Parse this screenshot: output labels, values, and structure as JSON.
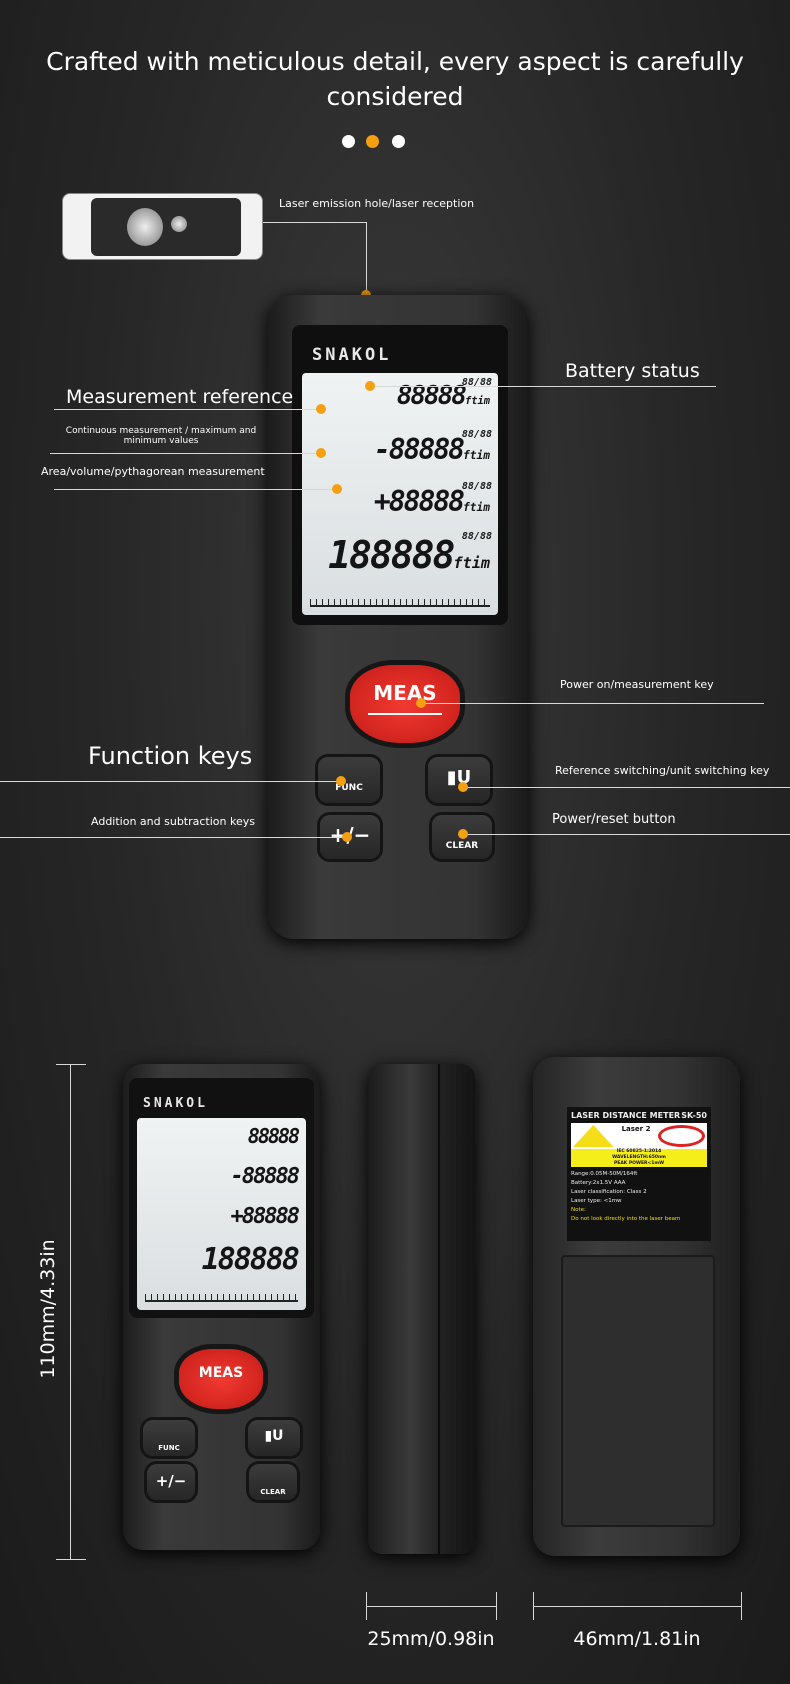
{
  "header": {
    "title": "Crafted with meticulous detail, every aspect is carefully considered",
    "carousel": {
      "count": 3,
      "active_index": 1
    }
  },
  "callouts": {
    "laser_hole": "Laser emission hole/laser reception",
    "battery": "Battery status",
    "measurement_reference": "Measurement reference",
    "continuous": "Continuous measurement / maximum and minimum values",
    "area_volume": "Area/volume/pythagorean measurement",
    "power_measure": "Power on/measurement key",
    "function_keys": "Function keys",
    "reference_unit": "Reference switching/unit switching key",
    "add_subtract": "Addition and subtraction keys",
    "power_reset": "Power/reset button"
  },
  "device": {
    "brand": "SNAKOL",
    "lcd_rows": [
      "88888",
      "-88888",
      "+88888",
      "188888"
    ],
    "lcd_unit": "ftim",
    "lcd_fraction": "88/88",
    "meas_label": "MEAS",
    "func_label": "FUNC",
    "clear_label": "CLEAR",
    "plusminus_label": "+/−"
  },
  "back_label": {
    "title": "LASER DISTANCE METER",
    "model": "SK-50",
    "laser_class_badge": "Laser 2",
    "warning_band": [
      "IEC 60825-1:2014",
      "WAVELENGTH:650nm",
      "PEAK POWER<1mW"
    ],
    "specs": [
      "Range:0.05M-50M/164ft",
      "Battery:2x1.5V AAA",
      "Laser classification: Class 2",
      "Laser type: <1mw"
    ],
    "note_title": "Note:",
    "note": "Do not look directly into the laser beam"
  },
  "dimensions": {
    "height": "110mm/4.33in",
    "depth": "25mm/0.98in",
    "width": "46mm/1.81in"
  },
  "colors": {
    "accent": "#f5a010",
    "meas_button": "#e02a24",
    "background": "#262626"
  }
}
